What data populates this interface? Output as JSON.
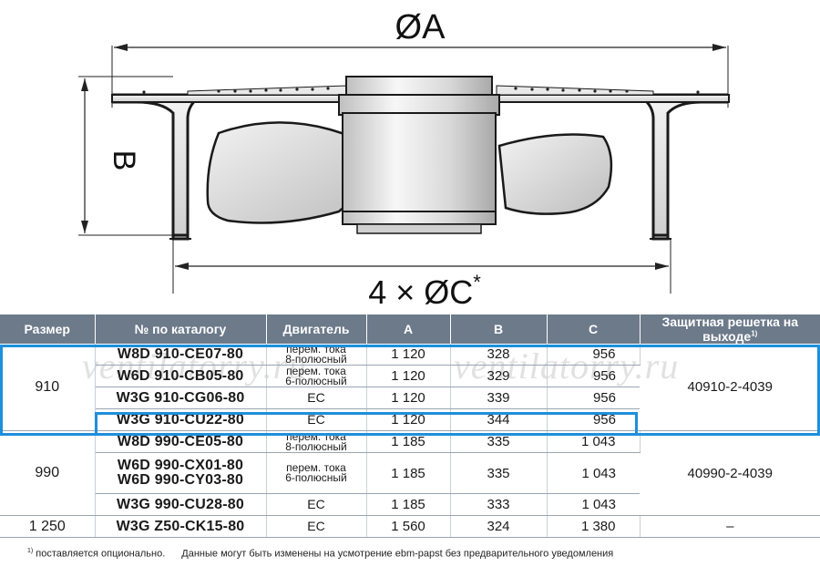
{
  "drawing": {
    "dim_a": "ØA",
    "dim_b": "B",
    "dim_c": "4 × ØC",
    "dim_c_mark": "*"
  },
  "watermark": "ventilatorry.ru",
  "table": {
    "headers": {
      "size": "Размер",
      "catalog": "№ по каталогу",
      "motor": "Двигатель",
      "a": "A",
      "b": "B",
      "c": "C",
      "grille": "Защитная решетка на выходе",
      "grille_sup": "1)"
    },
    "groups": [
      {
        "size": "910",
        "grille": "40910-2-4039",
        "rows": [
          {
            "catalog": "W8D 910-CE07-80",
            "motor": [
              "перем. тока",
              "8-полюсный"
            ],
            "a": "1 120",
            "b": "328",
            "c": "956"
          },
          {
            "catalog": "W6D 910-CB05-80",
            "motor": [
              "перем. тока",
              "6-полюсный"
            ],
            "a": "1 120",
            "b": "329",
            "c": "956"
          },
          {
            "catalog": "W3G 910-CG06-80",
            "motor": [
              "EC"
            ],
            "a": "1 120",
            "b": "339",
            "c": "956"
          },
          {
            "catalog": "W3G 910-CU22-80",
            "motor": [
              "EC"
            ],
            "a": "1 120",
            "b": "344",
            "c": "956"
          }
        ]
      },
      {
        "size": "990",
        "grille": "40990-2-4039",
        "rows": [
          {
            "catalog": "W8D 990-CE05-80",
            "motor": [
              "перем. тока",
              "8-полюсный"
            ],
            "a": "1 185",
            "b": "335",
            "c": "1 043"
          },
          {
            "catalog": "W6D 990-CX01-80",
            "catalog2": "W6D 990-CY03-80",
            "motor": [
              "перем. тока",
              "6-полюсный"
            ],
            "a": "1 185",
            "b": "335",
            "c": "1 043"
          },
          {
            "catalog": "W3G 990-CU28-80",
            "motor": [
              "EC"
            ],
            "a": "1 185",
            "b": "333",
            "c": "1 043"
          }
        ]
      },
      {
        "size": "1 250",
        "grille": "–",
        "rows": [
          {
            "catalog": "W3G Z50-CK15-80",
            "motor": [
              "EC"
            ],
            "a": "1 560",
            "b": "324",
            "c": "1 380"
          }
        ]
      }
    ]
  },
  "footnote": {
    "mark": "1)",
    "optional": "поставляется опционально.",
    "disclaimer": "Данные могут быть изменены на усмотрение ebm-papst без предварительного уведомления"
  },
  "colors": {
    "header_bg": "#6c7a8a",
    "highlight": "#1e8fdc"
  }
}
